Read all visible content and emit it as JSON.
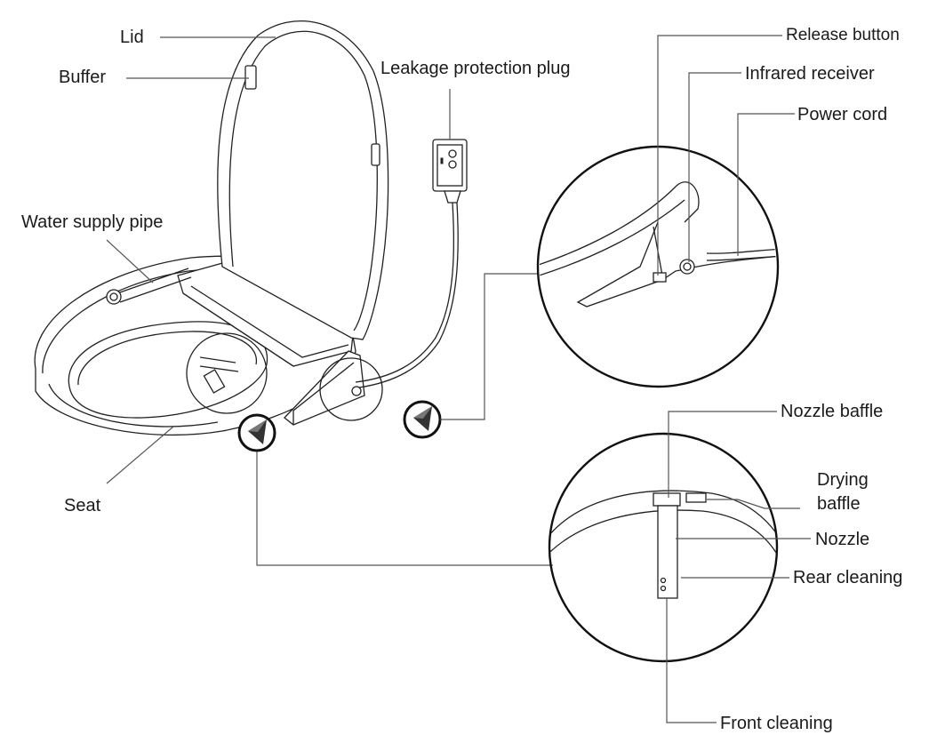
{
  "labels": {
    "lid": "Lid",
    "buffer": "Buffer",
    "leakage_plug": "Leakage protection plug",
    "water_pipe": "Water supply pipe",
    "seat": "Seat",
    "release_button": "Release button",
    "infrared_receiver": "Infrared  receiver",
    "power_cord": "Power cord",
    "nozzle_baffle": "Nozzle baffle",
    "drying_baffle_1": "Drying",
    "drying_baffle_2": "baffle",
    "nozzle": "Nozzle",
    "rear_cleaning": "Rear cleaning",
    "front_cleaning": "Front cleaning"
  },
  "colors": {
    "line": "#555555",
    "outline": "#222222",
    "background": "#ffffff"
  },
  "icons": [
    "view-pointer-icon",
    "view-pointer-icon"
  ]
}
